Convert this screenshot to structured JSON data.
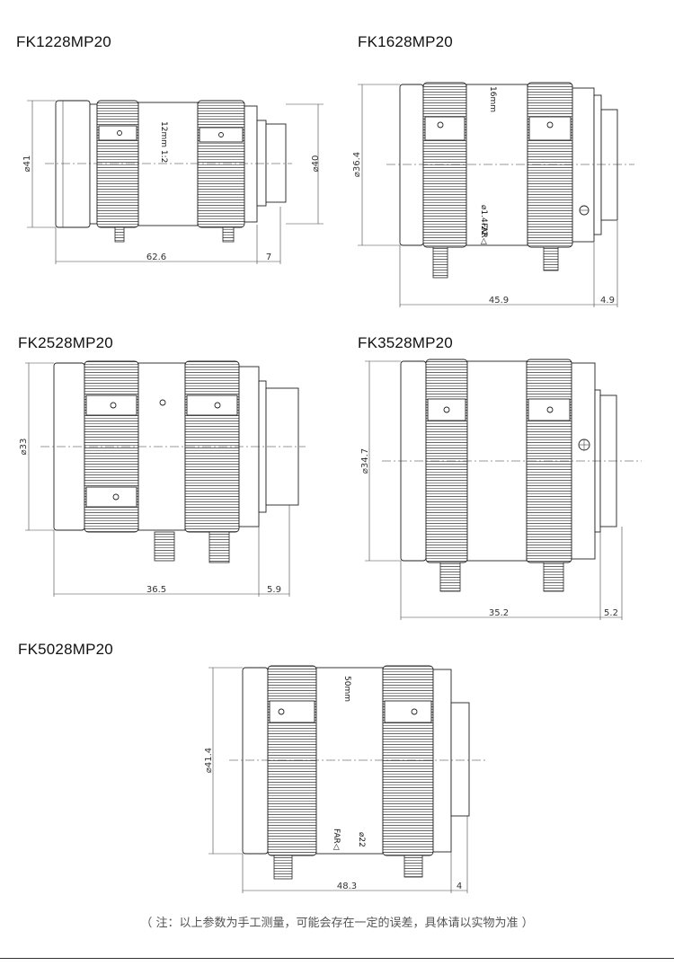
{
  "lenses": [
    {
      "model": "FK1228MP20",
      "diameter": "⌀41",
      "diameter2": "⌀40",
      "length": "62.6",
      "flange": "7",
      "engrave": "12mm 1:2"
    },
    {
      "model": "FK1628MP20",
      "diameter": "⌀36.4",
      "length": "45.9",
      "flange": "4.9",
      "engrave": "16mm",
      "marks": "FAR◁",
      "marks2": "⌀1.4-22"
    },
    {
      "model": "FK2528MP20",
      "diameter": "⌀33",
      "length": "36.5",
      "flange": "5.9"
    },
    {
      "model": "FK3528MP20",
      "diameter": "⌀34.7",
      "length": "35.2",
      "flange": "5.2"
    },
    {
      "model": "FK5028MP20",
      "diameter": "⌀41.4",
      "length": "48.3",
      "flange": "4",
      "engrave": "50mm",
      "marks": "FAR◁",
      "marks2": "⌀22"
    }
  ],
  "footnote": "（ 注：以上参数为手工测量，可能会存在一定的误差，具体请以实物为准 ）"
}
